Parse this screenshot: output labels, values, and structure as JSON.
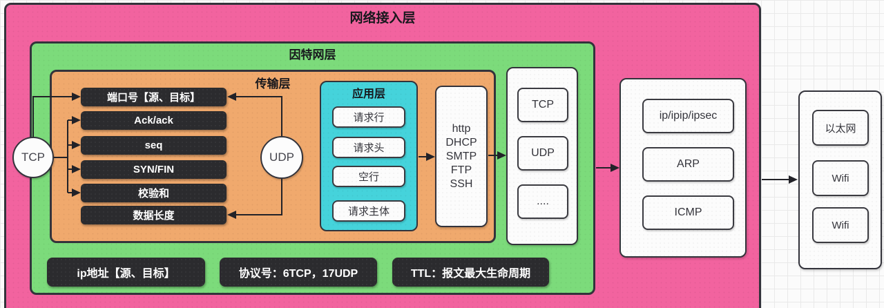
{
  "layers": {
    "network_access": {
      "title": "网络接入层"
    },
    "internet": {
      "title": "因特网层"
    },
    "transport": {
      "title": "传输层"
    },
    "application": {
      "title": "应用层"
    }
  },
  "transport": {
    "tcp_circle": "TCP",
    "udp_circle": "UDP",
    "fields": [
      "端口号【源、目标】",
      "Ack/ack",
      "seq",
      "SYN/FIN",
      "校验和",
      "数据长度"
    ]
  },
  "http_message_parts": [
    "请求行",
    "请求头",
    "空行",
    "请求主体"
  ],
  "app_protocols": [
    "http",
    "DHCP",
    "SMTP",
    "FTP",
    "SSH"
  ],
  "transport_protocols": [
    "TCP",
    "UDP",
    "...."
  ],
  "internet_protocols": [
    "ip/ipip/ipsec",
    "ARP",
    "ICMP"
  ],
  "link_types": [
    "以太网",
    "Wifi",
    "Wifi"
  ],
  "ip_header_fields": [
    "ip地址【源、目标】",
    "协议号：6TCP，17UDP",
    "TTL：报文最大生命周期"
  ],
  "colors": {
    "network_access_layer": "#f2639f",
    "internet_layer": "#7cdb7b",
    "transport_layer": "#f0a96d",
    "application_layer": "#45d3db",
    "field_box": "#2b2b2e",
    "border": "#33333b",
    "grid_line": "#e9e9e9"
  }
}
